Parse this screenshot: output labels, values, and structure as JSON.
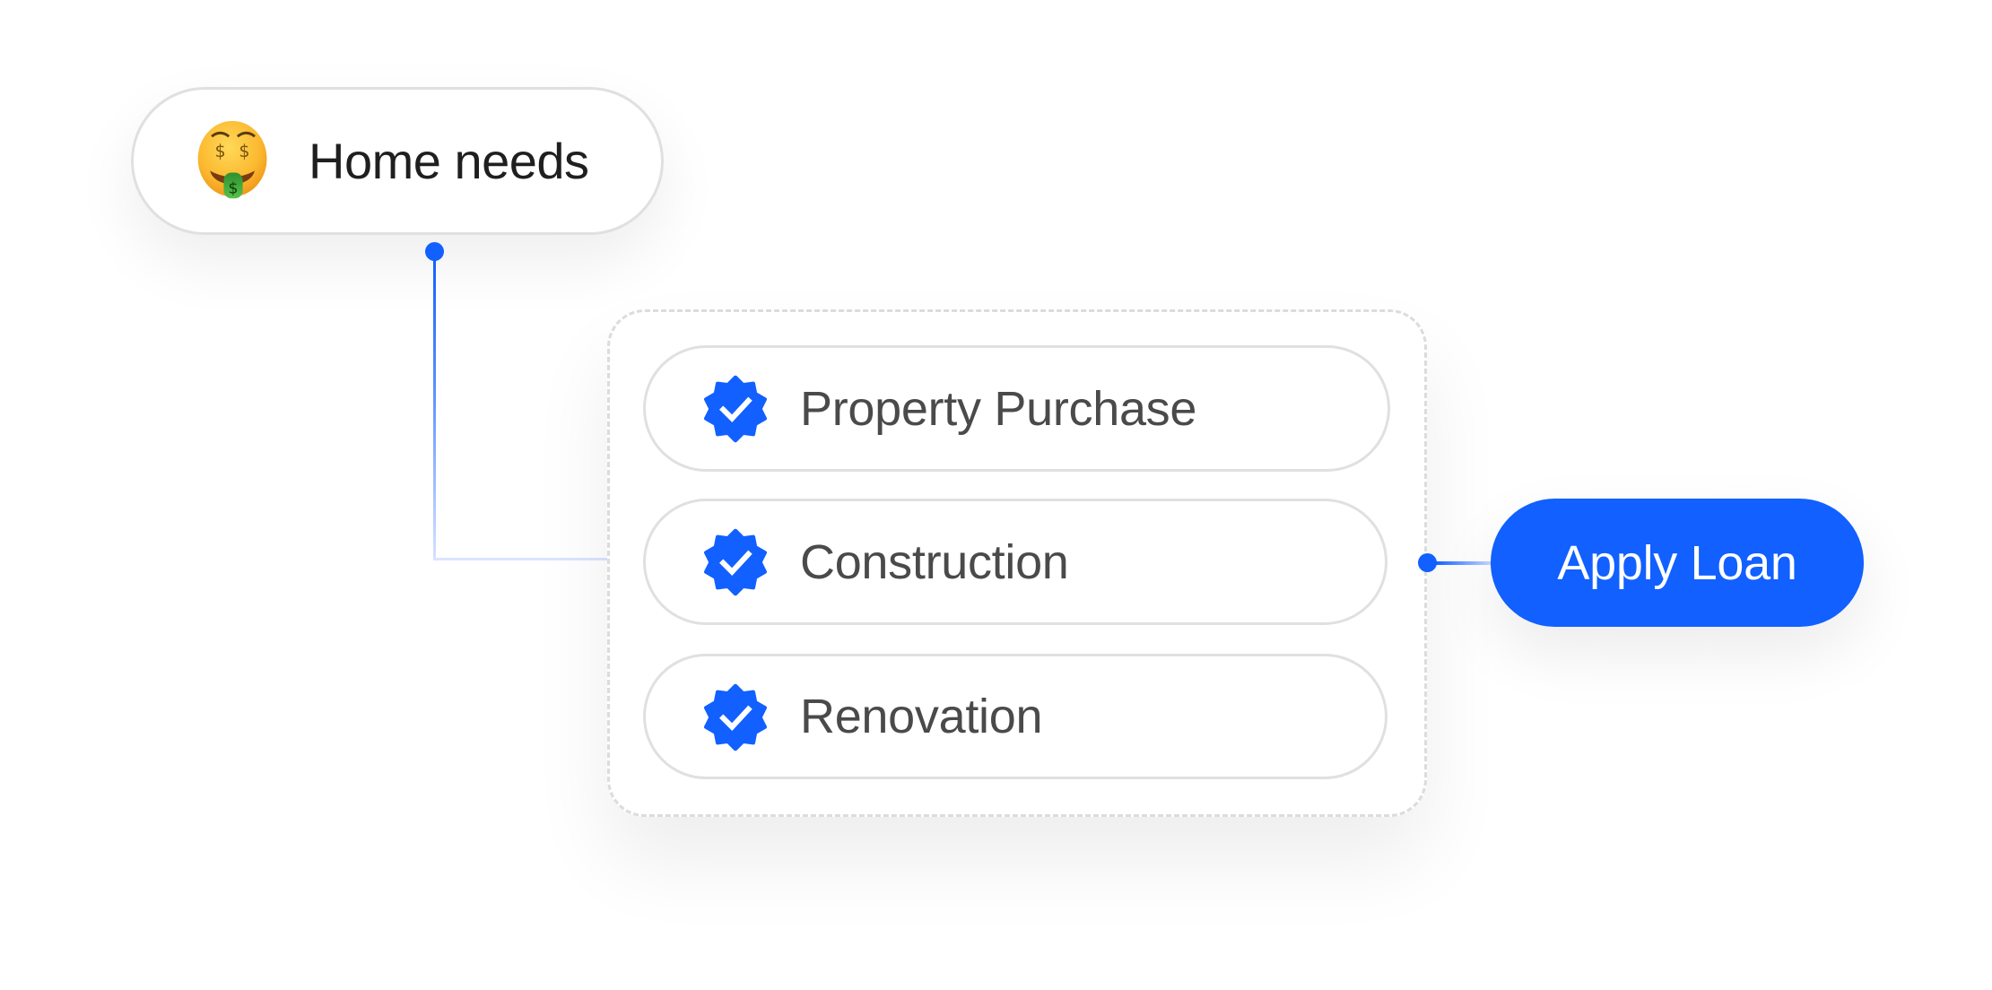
{
  "root_node": {
    "label": "Home needs",
    "icon": "money-mouth-face-emoji"
  },
  "options": [
    {
      "label": "Property Purchase",
      "icon": "verified-check-badge-icon"
    },
    {
      "label": "Construction",
      "icon": "verified-check-badge-icon"
    },
    {
      "label": "Renovation",
      "icon": "verified-check-badge-icon"
    }
  ],
  "action": {
    "label": "Apply Loan"
  },
  "colors": {
    "accent": "#1160ff",
    "pill_border": "#e0e0e0",
    "dashed_border": "#dcdcdc",
    "root_text": "#1f1f1f",
    "option_text": "#4a4a4a",
    "connector_light": "#d9e5ff"
  }
}
